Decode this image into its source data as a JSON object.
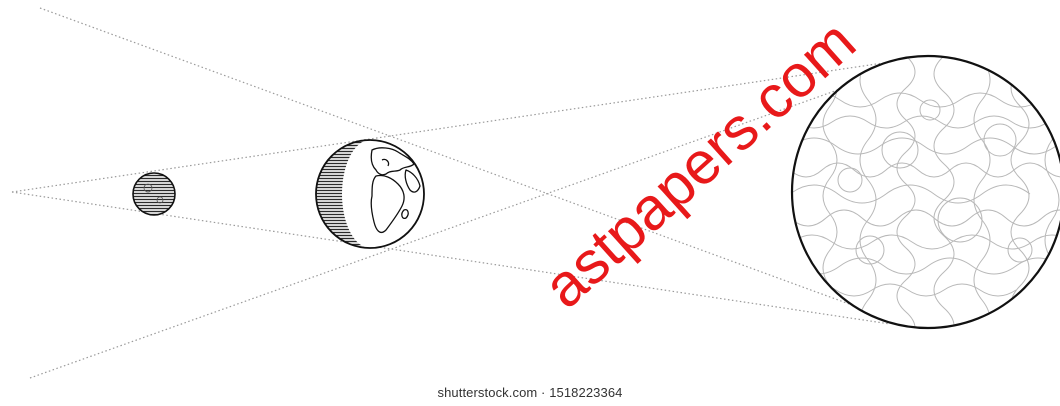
{
  "diagram": {
    "bodies": [
      {
        "name": "moon",
        "kind": "small hatched sphere"
      },
      {
        "name": "earth",
        "kind": "globe with shadowed crescent"
      },
      {
        "name": "sun",
        "kind": "large textured sphere"
      }
    ],
    "colors": {
      "outline": "#111111",
      "guide_lines": "#9a9a9a",
      "shade": "#2b2b2b",
      "sun_texture": "#b8b8b8",
      "watermark": "#e8191a"
    }
  },
  "credit": "shutterstock.com · 1518223364",
  "watermark_text": "astpapers.com"
}
